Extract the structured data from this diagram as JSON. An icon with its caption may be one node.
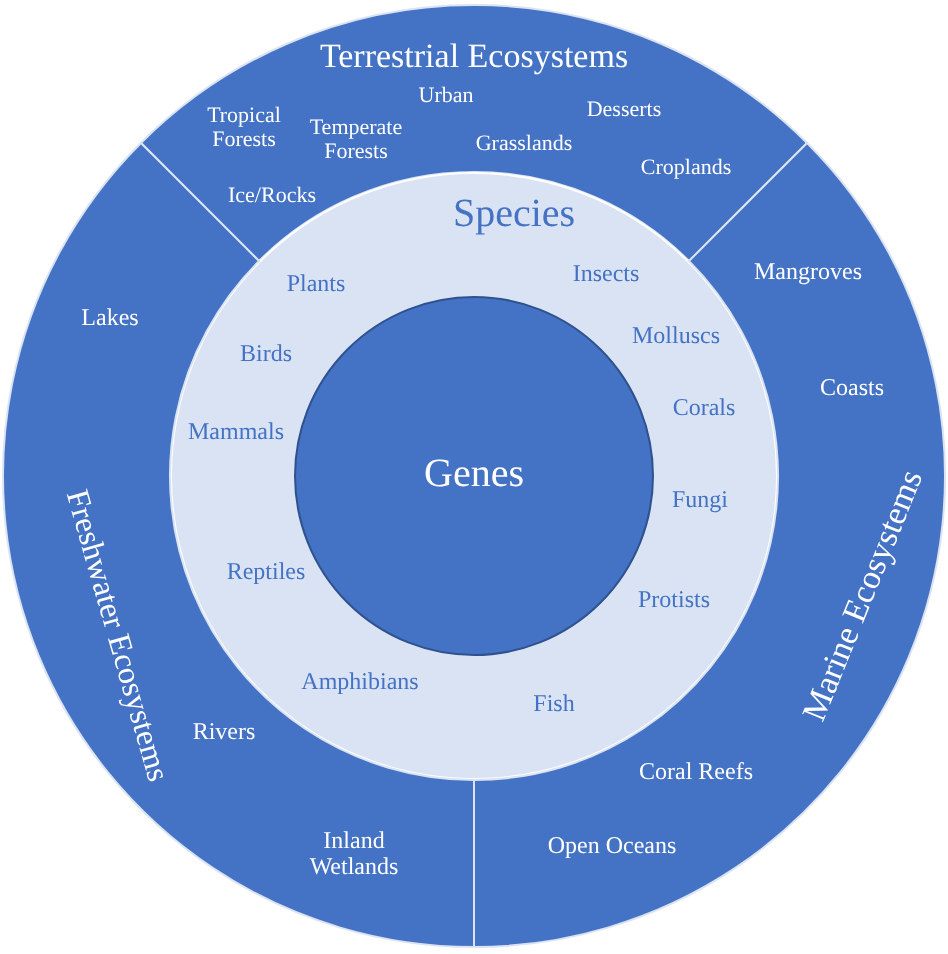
{
  "diagram": {
    "nodes": [
      {
        "text": [
          "Terrestrial Ecosystems",
          "Tropical Forests",
          "Temperate Forests",
          "Urban",
          "Grasslands",
          "Desserts",
          "Croplands",
          "Ice/Rocks"
        ]
      },
      {
        "text": [
          "Species",
          "Plants",
          "Insects",
          "Birds",
          "Molluscs",
          "Mammals",
          "Corals",
          "Fungi",
          "Reptiles",
          "Protists",
          "Amphibians",
          "Fish"
        ]
      },
      {
        "text": [
          "Genes"
        ],
        "in": 1
      },
      {
        "text": [
          "Freshwater Ecosystems",
          "Lakes",
          "Rivers",
          "Inland Wetlands"
        ]
      },
      {
        "text": [
          "Marine Ecosystems",
          "Mangroves",
          "Coasts",
          "Coral Reefs",
          "Open Oceans"
        ]
      }
    ]
  }
}
